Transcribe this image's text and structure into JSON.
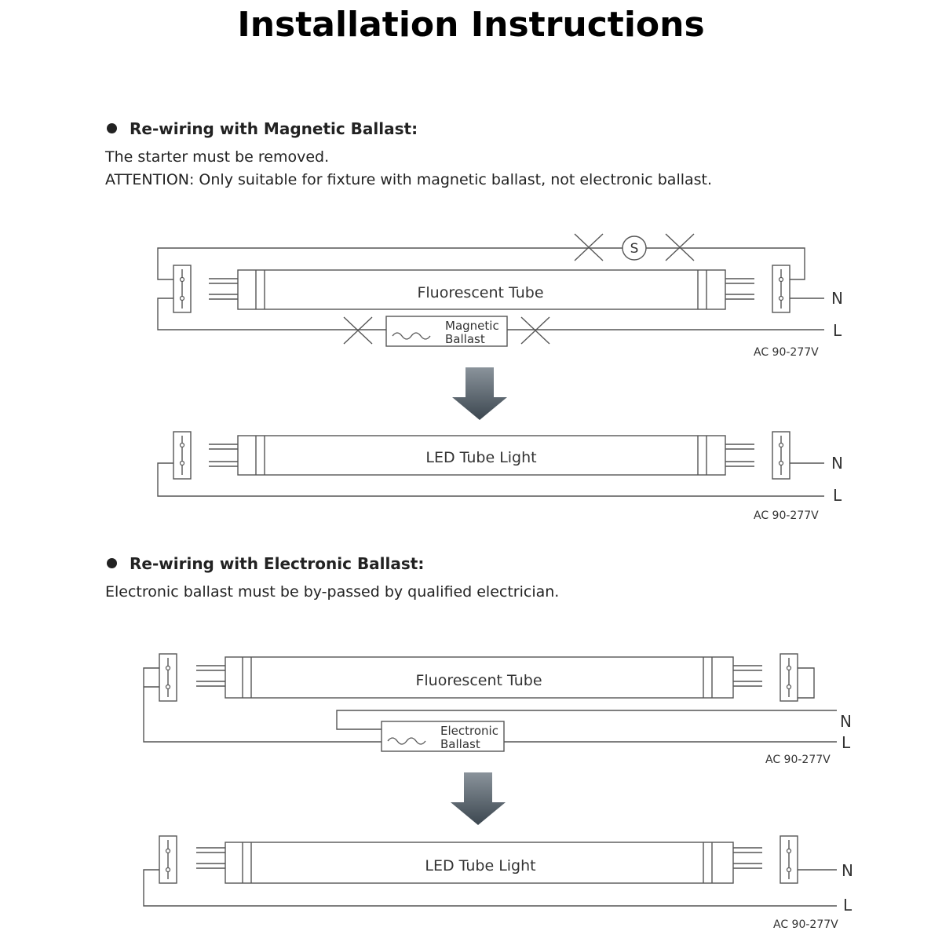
{
  "title": "Installation Instructions",
  "magnetic": {
    "heading": "Re-wiring with Magnetic Ballast:",
    "line1": "The starter must be removed.",
    "line2": "ATTENTION: Only suitable for fixture with magnetic ballast, not electronic ballast.",
    "tube_before": "Fluorescent Tube",
    "starter_symbol": "S",
    "ballast_line1": "Magnetic",
    "ballast_line2": "Ballast",
    "tube_after": "LED Tube Light",
    "neutral": "N",
    "line": "L",
    "voltage": "AC 90-277V"
  },
  "electronic": {
    "heading": "Re-wiring with Electronic Ballast:",
    "line1": "Electronic ballast must be by-passed by qualified electrician.",
    "tube_before": "Fluorescent Tube",
    "ballast_line1": "Electronic",
    "ballast_line2": "Ballast",
    "tube_after": "LED Tube Light",
    "neutral": "N",
    "line": "L",
    "voltage": "AC 90-277V"
  },
  "colors": {
    "line": "#555555",
    "arrow": "#44505a",
    "text": "#222222"
  }
}
